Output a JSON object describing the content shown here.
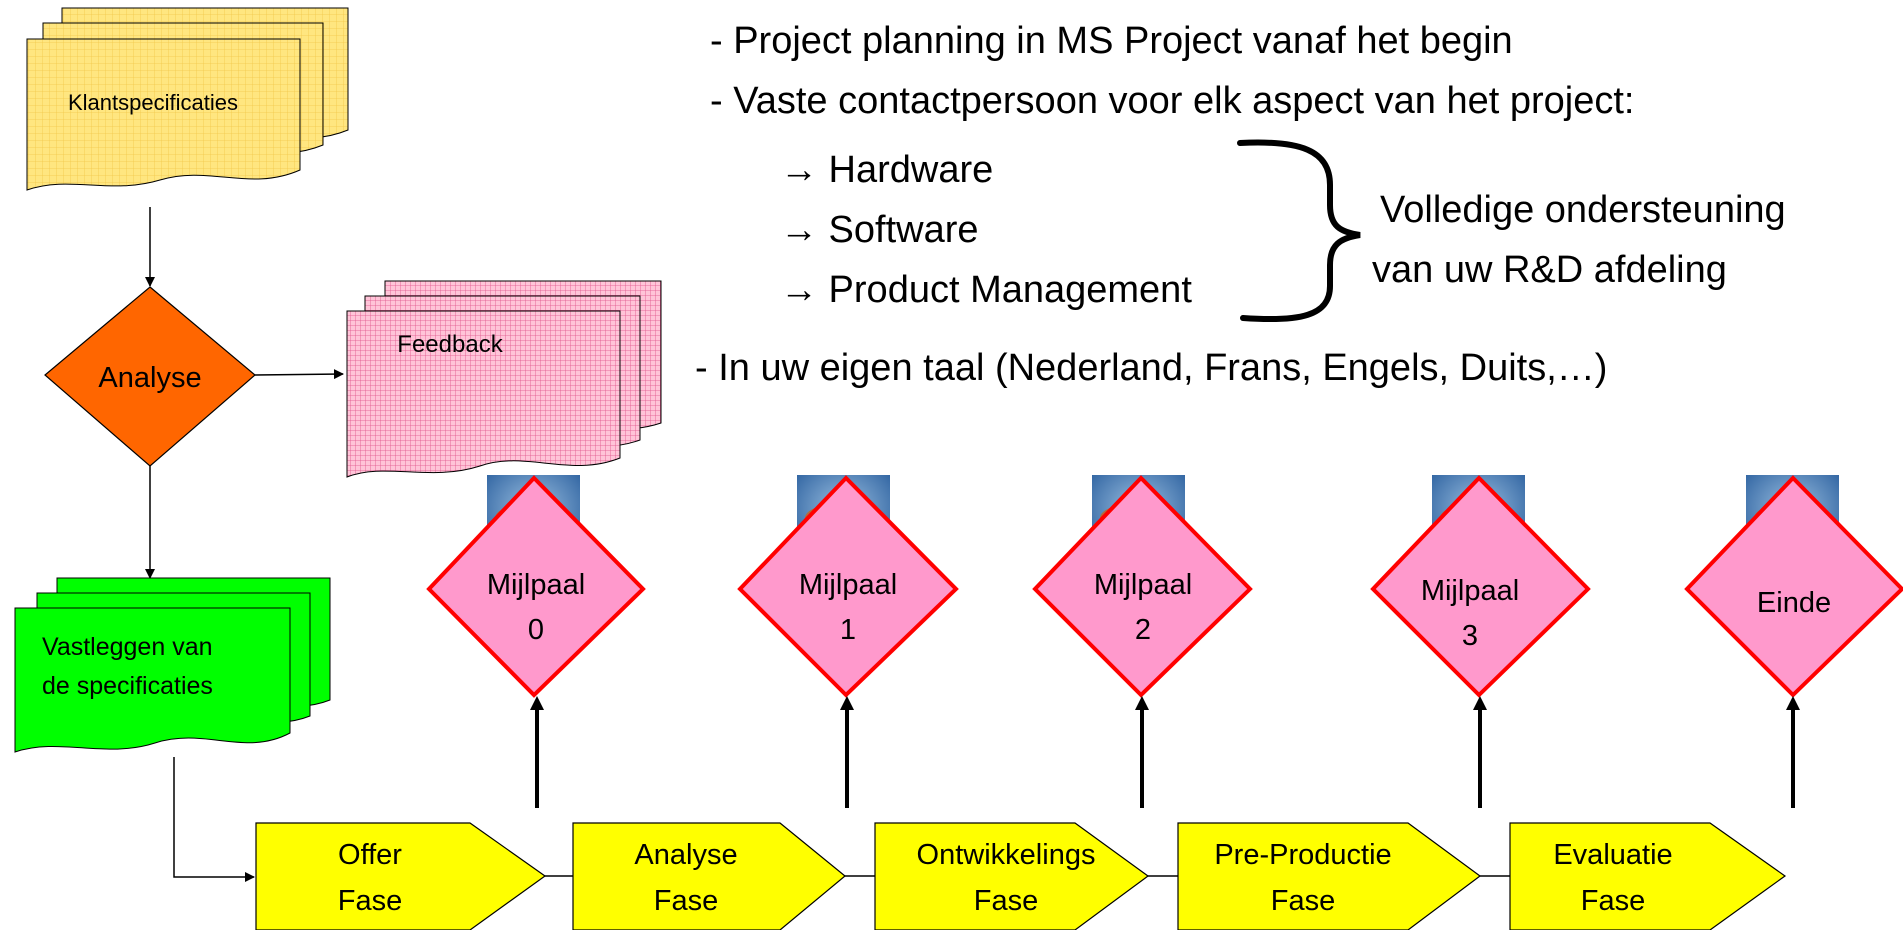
{
  "flowchart": {
    "klantspecificaties": "Klantspecificaties",
    "analyse": "Analyse",
    "feedback": "Feedback",
    "vastleggen_line1": "Vastleggen van",
    "vastleggen_line2": "de specificaties"
  },
  "notes": {
    "line1": "- Project planning in MS Project vanaf het begin",
    "line2": "- Vaste contactpersoon voor elk aspect van het project:",
    "sub1": "→ Hardware",
    "sub2": "→ Software",
    "sub3": "→ Product Management",
    "brace_line1": "Volledige ondersteuning",
    "brace_line2": "van uw R&D afdeling",
    "line3": "- In uw eigen taal (Nederland, Frans, Engels, Duits,…)"
  },
  "milestones": [
    {
      "line1": "Mijlpaal",
      "line2": "0"
    },
    {
      "line1": "Mijlpaal",
      "line2": "1"
    },
    {
      "line1": "Mijlpaal",
      "line2": "2"
    },
    {
      "line1": "Mijlpaal",
      "line2": "3"
    },
    {
      "line1": "Einde",
      "line2": ""
    }
  ],
  "phases": [
    {
      "line1": "Offer",
      "line2": "Fase"
    },
    {
      "line1": "Analyse",
      "line2": "Fase"
    },
    {
      "line1": "Ontwikkelings",
      "line2": "Fase"
    },
    {
      "line1": "Pre-Productie",
      "line2": "Fase"
    },
    {
      "line1": "Evaluatie",
      "line2": "Fase"
    }
  ],
  "colors": {
    "spec_yellow": "#ffe680",
    "analyse_orange": "#ff6600",
    "feedback_pink": "#ffaac8",
    "vastleggen_green": "#00ff00",
    "milestone_pink": "#ff99cc",
    "milestone_border": "#ff0000",
    "phase_yellow": "#ffff00"
  }
}
